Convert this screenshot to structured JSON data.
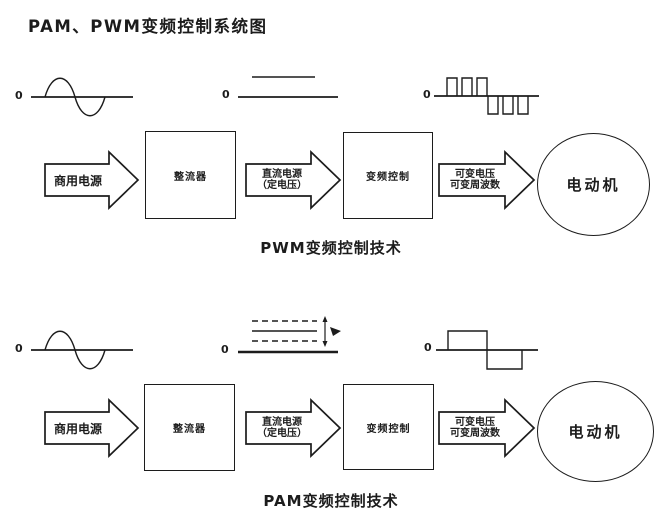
{
  "title": "PAM、PWM变频控制系统图",
  "colors": {
    "line": "#1c1c1c",
    "background": "#ffffff"
  },
  "rows": [
    {
      "caption": "PWM变频控制技术",
      "zero_labels": {
        "input": "0",
        "middle": "0",
        "output": "0"
      },
      "waveforms": {
        "input": "sine-wave",
        "middle": "dc-constant-line",
        "output": "pwm-pulse-train"
      },
      "flow": {
        "source_arrow": "商用电源",
        "rectifier_box": "整流器",
        "dc_arrow_line1": "直流电源",
        "dc_arrow_line2": "（定电压）",
        "inverter_box": "变频控制",
        "output_arrow_line1": "可变电压",
        "output_arrow_line2": "可变周波数",
        "motor": "电动机"
      }
    },
    {
      "caption": "PAM变频控制技术",
      "zero_labels": {
        "input": "0",
        "middle": "0",
        "output": "0"
      },
      "waveforms": {
        "input": "sine-wave",
        "middle": "dc-variable-dashed-levels",
        "output": "square-wave"
      },
      "flow": {
        "source_arrow": "商用电源",
        "rectifier_box": "整流器",
        "dc_arrow_line1": "直流电源",
        "dc_arrow_line2": "（定电压）",
        "inverter_box": "变频控制",
        "output_arrow_line1": "可变电压",
        "output_arrow_line2": "可变周波数",
        "motor": "电动机"
      }
    }
  ]
}
